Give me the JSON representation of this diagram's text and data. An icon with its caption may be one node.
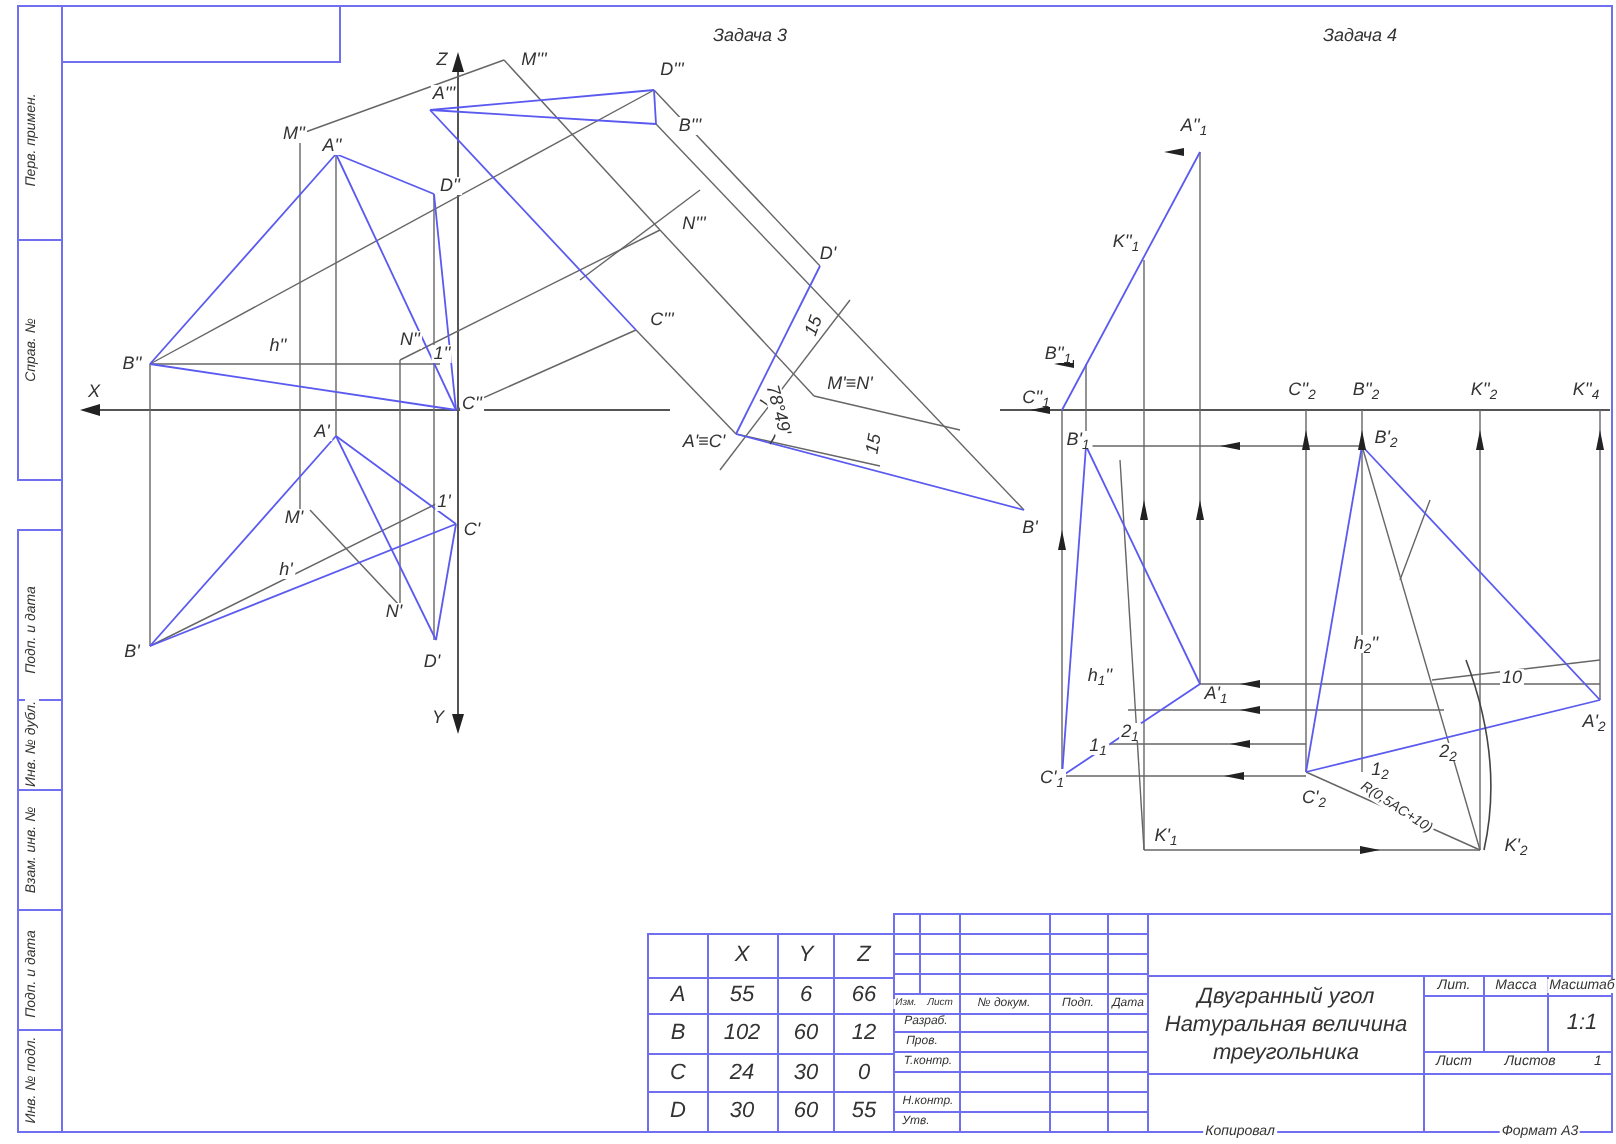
{
  "diagram": {
    "labels": [
      "Перв. примен.",
      "Справ. №",
      "Подп. и дата",
      "Инв. № дубл.",
      "Взам. инв. №",
      "Подп. и дата",
      "Инв. № подл.",
      "Задача 3",
      "Задача 4",
      "Z",
      "M'''",
      "D'''",
      "A'''",
      "B'''",
      "M''",
      "A''",
      "D''",
      "N'''",
      "D'",
      "C'''",
      "15",
      "h''",
      "N''",
      "1''",
      "B''",
      "M'≡N'",
      "78°49'",
      "X",
      "C''",
      "A'≡C'",
      "15",
      "A'",
      "B'",
      "1'",
      "M'",
      "C'",
      "h'",
      "N'",
      "B'",
      "D'",
      "Y",
      "A''$_{1}$",
      "K''$_{1}$",
      "B''$_{1}$",
      "C''$_{1}$",
      "C''$_{2}$",
      "B''$_{2}$",
      "K''$_{2}$",
      "K''$_{4}$",
      "B'$_{1}$",
      "B'$_{2}$",
      "h$_{2}$''",
      "h$_{1}$''",
      "10",
      "A'$_{1}$",
      "A'$_{2}$",
      "2$_{1}$",
      "1$_{1}$",
      "2$_{2}$",
      "1$_{2}$",
      "C'$_{1}$",
      "C'$_{2}$",
      "R(0,5AC+10)",
      "K'$_{1}$",
      "K'$_{2}$",
      "X",
      "Y",
      "Z",
      "A",
      "55",
      "6",
      "66",
      "B",
      "102",
      "60",
      "12",
      "C",
      "24",
      "30",
      "0",
      "D",
      "30",
      "60",
      "55",
      "Изм.",
      "Лист",
      "№ докум.",
      "Подп.",
      "Дата",
      "Разраб.",
      "Пров.",
      "Т.контр.",
      "Н.контр.",
      "Утв.",
      "Двугранный угол Натуральная величина треугольника",
      "Лит.",
      "Масса",
      "Масштаб",
      "1:1",
      "Лист",
      "Листов",
      "1",
      "Копировал",
      "Формат A3"
    ]
  }
}
